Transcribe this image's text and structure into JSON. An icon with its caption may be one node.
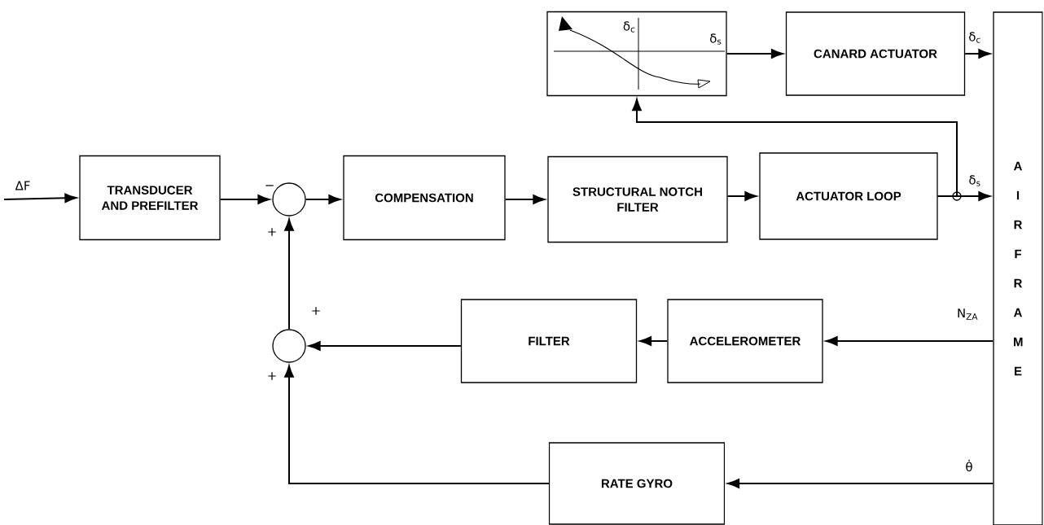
{
  "diagram": {
    "nodes": [
      {
        "text": [
          "TRANSDUCER AND PREFILTER"
        ]
      },
      {
        "text": [],
        "shape": "circle"
      },
      {
        "text": [
          "COMPENSATION"
        ]
      },
      {
        "text": [
          "STRUCTURAL NOTCH FILTER"
        ]
      },
      {
        "text": [
          "ACTUATOR LOOP"
        ]
      },
      {
        "text": [
          "δ$_{c}$",
          "δ$_{s}$"
        ]
      },
      {
        "text": [
          "CANARD ACTUATOR"
        ]
      },
      {
        "text": [
          "A I R F R A M E"
        ]
      },
      {
        "text": [],
        "shape": "circle"
      },
      {
        "text": [
          "FILTER"
        ]
      },
      {
        "text": [
          "ACCELEROMETER"
        ]
      },
      {
        "text": [
          "RATE GYRO"
        ]
      }
    ],
    "edges": [
      {
        "from": null,
        "to": 0,
        "arrow": "to",
        "label": "ΔF"
      },
      {
        "from": 0,
        "to": 1,
        "arrow": "to",
        "label": "−"
      },
      {
        "from": 1,
        "to": 2,
        "arrow": "to"
      },
      {
        "from": 2,
        "to": 3,
        "arrow": "to"
      },
      {
        "from": 3,
        "to": 4,
        "arrow": "to"
      },
      {
        "from": 4,
        "to": 7,
        "arrow": "to",
        "label": "δ$_{s}$"
      },
      {
        "from": 4,
        "to": 5,
        "arrow": "to"
      },
      {
        "from": 5,
        "to": 6,
        "arrow": "to"
      },
      {
        "from": 6,
        "to": 7,
        "arrow": "to",
        "label": "δ$_{c}$"
      },
      {
        "from": 7,
        "to": 10,
        "arrow": "to",
        "label": "N$_{ZA}$"
      },
      {
        "from": 10,
        "to": 9,
        "arrow": "to"
      },
      {
        "from": 9,
        "to": 8,
        "arrow": "to",
        "label": "+"
      },
      {
        "from": 7,
        "to": 11,
        "arrow": "to",
        "label": "θ̇"
      },
      {
        "from": 11,
        "to": 8,
        "arrow": "to",
        "label": "+"
      },
      {
        "from": 8,
        "to": 1,
        "arrow": "to",
        "label": "+"
      }
    ]
  }
}
